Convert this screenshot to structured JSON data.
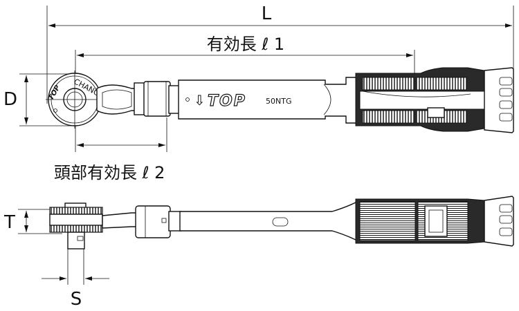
{
  "dimensions": {
    "L": "L",
    "effective_length_1": "有効長 ℓ 1",
    "D": "D",
    "head_effective_length_2": "頭部有効長 ℓ 2",
    "T": "T",
    "S": "S"
  },
  "markings": {
    "change": "CHANGE",
    "brand": "TOP",
    "model": "50NTG",
    "arrow": "⇩"
  }
}
